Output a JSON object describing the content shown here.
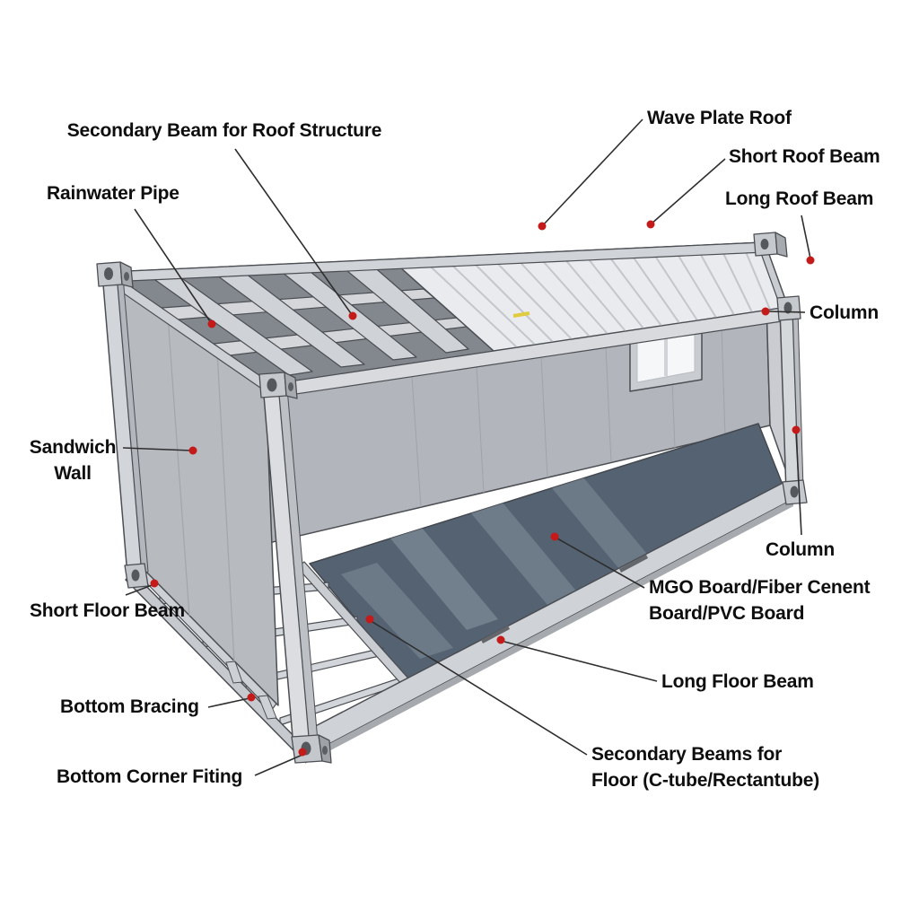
{
  "colors": {
    "marker": "#c41a1a",
    "floor": "#546272"
  },
  "labels": {
    "secondary_roof_beam": {
      "text": "Secondary Beam for Roof Structure"
    },
    "rainwater_pipe": {
      "text": "Rainwater Pipe"
    },
    "wave_plate_roof": {
      "text": "Wave Plate Roof"
    },
    "short_roof_beam": {
      "text": "Short Roof Beam"
    },
    "long_roof_beam": {
      "text": "Long Roof Beam"
    },
    "column_upper": {
      "text": "Column"
    },
    "sandwich_wall": {
      "line1": "Sandwich",
      "line2": "Wall"
    },
    "column_lower": {
      "text": "Column"
    },
    "short_floor_beam": {
      "text": "Short Floor Beam"
    },
    "mgo_board": {
      "line1": "MGO Board/Fiber Cenent",
      "line2": "Board/PVC Board"
    },
    "bottom_bracing": {
      "text": "Bottom Bracing"
    },
    "long_floor_beam": {
      "text": "Long Floor Beam"
    },
    "bottom_corner_fitting": {
      "text": "Bottom Corner Fiting"
    },
    "floor_secondary_beams": {
      "line1": "Secondary Beams for",
      "line2": "Floor (C-tube/Rectantube)"
    }
  }
}
